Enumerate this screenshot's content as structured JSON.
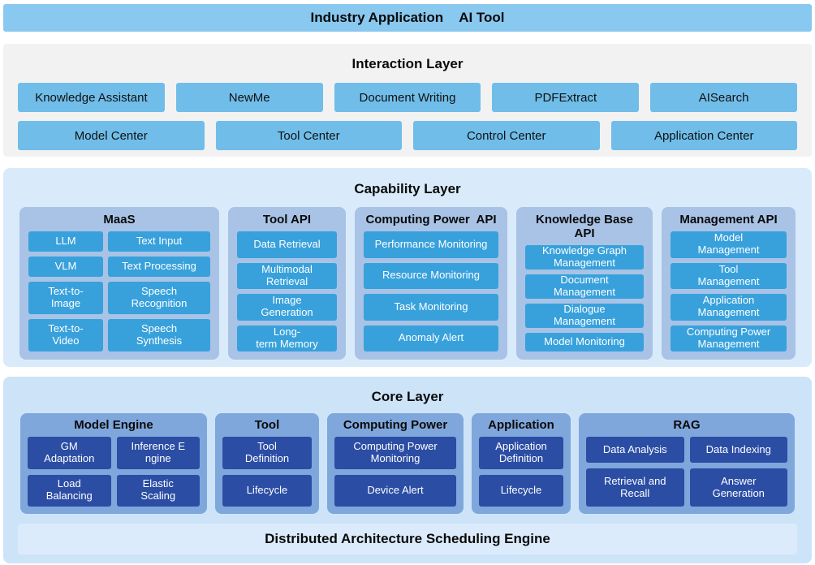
{
  "top_bar": {
    "left": "Industry Application",
    "right": "AI Tool"
  },
  "interaction": {
    "title": "Interaction Layer",
    "row1": [
      "Knowledge Assistant",
      "NewMe",
      "Document Writing",
      "PDFExtract",
      "AISearch"
    ],
    "row2": [
      "Model Center",
      "Tool Center",
      "Control Center",
      "Application Center"
    ]
  },
  "capability": {
    "title": "Capability Layer",
    "columns": [
      {
        "title": "MaaS",
        "cells": [
          "LLM",
          "Text Input",
          "VLM",
          "Text Processing",
          "Text-to-\nImage",
          "Speech\nRecognition",
          "Text-to-\nVideo",
          "Speech\nSynthesis"
        ]
      },
      {
        "title": "Tool API",
        "cells": [
          "Data Retrieval",
          "Multimodal\nRetrieval",
          "Image\nGeneration",
          "Long-\nterm Memory"
        ]
      },
      {
        "title": "Computing Power  API",
        "cells": [
          "Performance Monitoring",
          "Resource Monitoring",
          "Task Monitoring",
          "Anomaly Alert"
        ]
      },
      {
        "title": "Knowledge Base API",
        "cells": [
          "Knowledge Graph\nManagement",
          "Document\nManagement",
          "Dialogue\nManagement",
          "Model Monitoring"
        ]
      },
      {
        "title": "Management API",
        "cells": [
          "Model\nManagement",
          "Tool\nManagement",
          "Application\nManagement",
          "Computing Power\nManagement"
        ]
      }
    ]
  },
  "core": {
    "title": "Core Layer",
    "columns": [
      {
        "title": "Model Engine",
        "cells": [
          "GM\nAdaptation",
          "Inference E\nngine",
          "Load\nBalancing",
          "Elastic\nScaling"
        ]
      },
      {
        "title": "Tool",
        "cells": [
          "Tool\nDefinition",
          "Lifecycle"
        ]
      },
      {
        "title": "Computing Power",
        "cells": [
          "Computing Power\nMonitoring",
          "Device Alert"
        ]
      },
      {
        "title": "Application",
        "cells": [
          "Application\nDefinition",
          "Lifecycle"
        ]
      },
      {
        "title": "RAG",
        "cells": [
          "Data Analysis",
          "Data Indexing",
          "Retrieval and\nRecall",
          "Answer\nGeneration"
        ]
      }
    ],
    "engine_bar": "Distributed Architecture Scheduling Engine"
  },
  "colors": {
    "top_banner_blue": "#89c8ef",
    "interaction_bg_gray": "#f2f2f2",
    "interaction_button_blue": "#70bde9",
    "capability_bg": "#d9ebfa",
    "capability_column_bg": "#a8c3e6",
    "capability_cell_blue": "#38a1dc",
    "core_bg": "#cde4f8",
    "core_column_bg": "#7fa7dc",
    "core_cell_navy": "#2b4da4",
    "engine_bar_bg": "#dcebfc",
    "cell_text": "#ffffff",
    "heading_text": "#0a0a0a"
  }
}
